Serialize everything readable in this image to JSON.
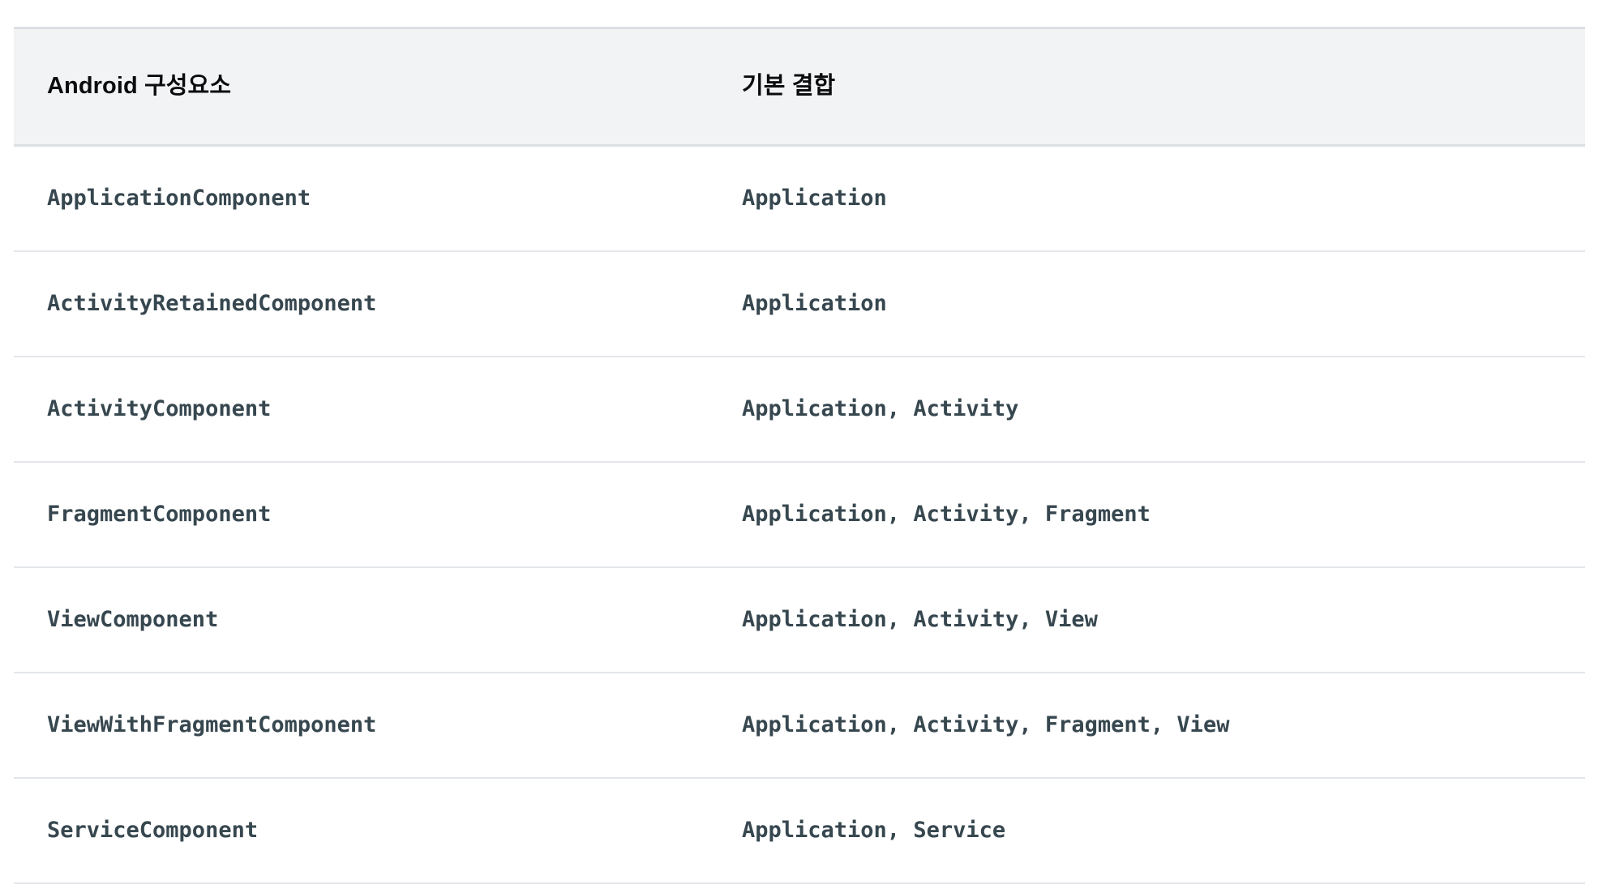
{
  "table": {
    "columns": [
      {
        "key": "component",
        "label": "Android 구성요소"
      },
      {
        "key": "bindings",
        "label": "기본 결합"
      }
    ],
    "rows": [
      {
        "component": "ApplicationComponent",
        "bindings": "Application"
      },
      {
        "component": "ActivityRetainedComponent",
        "bindings": "Application"
      },
      {
        "component": "ActivityComponent",
        "bindings": "Application, Activity"
      },
      {
        "component": "FragmentComponent",
        "bindings": "Application, Activity, Fragment"
      },
      {
        "component": "ViewComponent",
        "bindings": "Application, Activity, View"
      },
      {
        "component": "ViewWithFragmentComponent",
        "bindings": "Application, Activity, Fragment, View"
      },
      {
        "component": "ServiceComponent",
        "bindings": "Application, Service"
      }
    ]
  },
  "colors": {
    "header_background": "#f1f3f5",
    "header_text": "#0b0c0d",
    "body_text": "#37474f",
    "row_divider": "#e3e6ea",
    "header_border": "#dcdfe3",
    "page_background": "#ffffff"
  }
}
